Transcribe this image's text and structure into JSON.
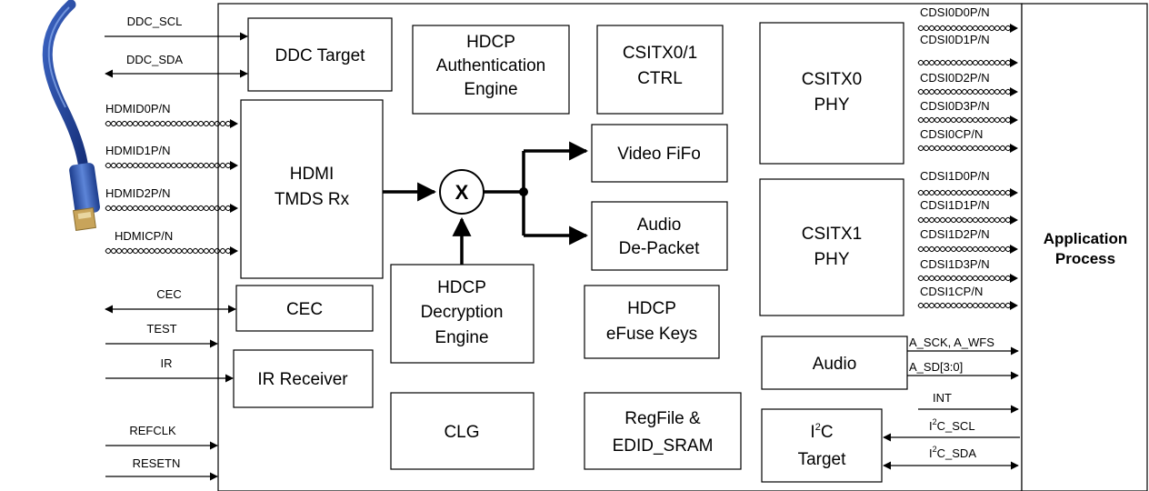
{
  "blocks": {
    "ddc_target": "DDC Target",
    "hdcp_auth": [
      "HDCP",
      "Authentication",
      "Engine"
    ],
    "csitx_ctrl": [
      "CSITX0/1",
      "CTRL"
    ],
    "csitx0_phy": [
      "CSITX0",
      "PHY"
    ],
    "csitx1_phy": [
      "CSITX1",
      "PHY"
    ],
    "hdmi_rx": [
      "HDMI",
      "TMDS Rx"
    ],
    "mux": "X",
    "video_fifo": "Video FiFo",
    "audio_depacket": [
      "Audio",
      "De-Packet"
    ],
    "hdcp_decrypt": [
      "HDCP",
      "Decryption",
      "Engine"
    ],
    "hdcp_efuse": [
      "HDCP",
      "eFuse Keys"
    ],
    "cec": "CEC",
    "ir_receiver": "IR Receiver",
    "clg": "CLG",
    "regfile": [
      "RegFile  &",
      "EDID_SRAM"
    ],
    "audio": "Audio",
    "i2c_target": [
      "I",
      "2",
      "C",
      "Target"
    ],
    "application": [
      "Application",
      "Process"
    ]
  },
  "left_signals": {
    "ddc_scl": "DDC_SCL",
    "ddc_sda": "DDC_SDA",
    "hdmid0": "HDMID0P/N",
    "hdmid1": "HDMID1P/N",
    "hdmid2": "HDMID2P/N",
    "hdmicp": "HDMICP/N",
    "cec": "CEC",
    "test": "TEST",
    "ir": "IR",
    "refclk": "REFCLK",
    "resetn": "RESETN"
  },
  "right_signals": {
    "cdsi0": [
      "CDSI0D0P/N",
      "CDSI0D1P/N",
      "CDSI0D2P/N",
      "CDSI0D3P/N",
      "CDSI0CP/N"
    ],
    "cdsi1": [
      "CDSI1D0P/N",
      "CDSI1D1P/N",
      "CDSI1D2P/N",
      "CDSI1D3P/N",
      "CDSI1CP/N"
    ],
    "a_sck": "A_SCK, A_WFS",
    "a_sd": "A_SD[3:0]",
    "int": "INT",
    "i2c_scl": [
      "I",
      "2",
      "C_SCL"
    ],
    "i2c_sda": [
      "I",
      "2",
      "C_SDA"
    ]
  },
  "colors": {
    "cable_blue": "#1f3f8f",
    "connector_gold": "#c8a45a"
  }
}
